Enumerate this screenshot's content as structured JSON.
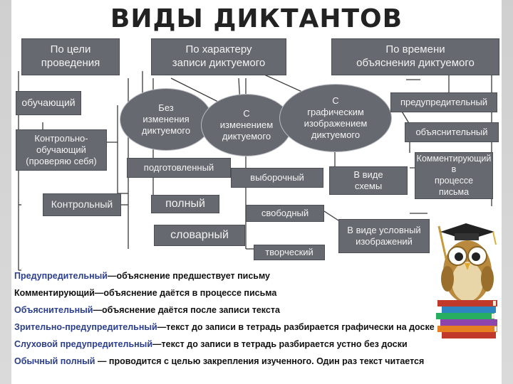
{
  "title": "ВИДЫ ДИКТАНТОВ",
  "categories": {
    "goal": "По цели\nпроведения",
    "character": "По характеру\nзаписи диктуемого",
    "time": "По времени\nобъяснения диктуемого"
  },
  "goal_types": {
    "teaching": "обучающий",
    "control_teaching": "Контрольно-\nобучающий\n(проверяю себя)",
    "control": "Контрольный"
  },
  "character_types": {
    "unchanged": "Без\nизменения\nдиктуемого",
    "changed": "С\nизменением\nдиктуемого",
    "graphic": "С\nграфическим\nизображением\nдиктуемого",
    "prepared": "подготовленный",
    "selective": "выборочный",
    "scheme": "В виде\nсхемы",
    "full": "полный",
    "free": "свободный",
    "conventional": "В виде условный\nизображений",
    "vocabulary": "словарный",
    "creative": "творческий"
  },
  "time_types": {
    "preliminary": "предупредительный",
    "explanatory": "объяснительный",
    "commenting": "Комментирующий в\nпроцессе\nписьма"
  },
  "definitions": [
    {
      "term": "Предупредительный",
      "text": "—объяснение предшествует письму"
    },
    {
      "term": "Комментирующий",
      "text": "—объяснение даётся в процессе письма"
    },
    {
      "term": "Объяснительный",
      "text": "—объяснение даётся после записи текста"
    },
    {
      "term": "Зрительно-предупредительный",
      "text": "—текст до записи в тетрадь разбирается графически на доске"
    },
    {
      "term": "Слуховой предупредительный",
      "text": "—текст до записи в тетрадь разбирается устно без доски"
    },
    {
      "term": "Обычный полный",
      "text": " — проводится с целью закрепления изученного. Один раз текст читается"
    }
  ],
  "colors": {
    "node_fill": "#666a70",
    "node_text": "#f2f2f2",
    "term_blue": "#2b3f8e",
    "connector": "#3a3a3a"
  },
  "illustration": "owl-with-books"
}
